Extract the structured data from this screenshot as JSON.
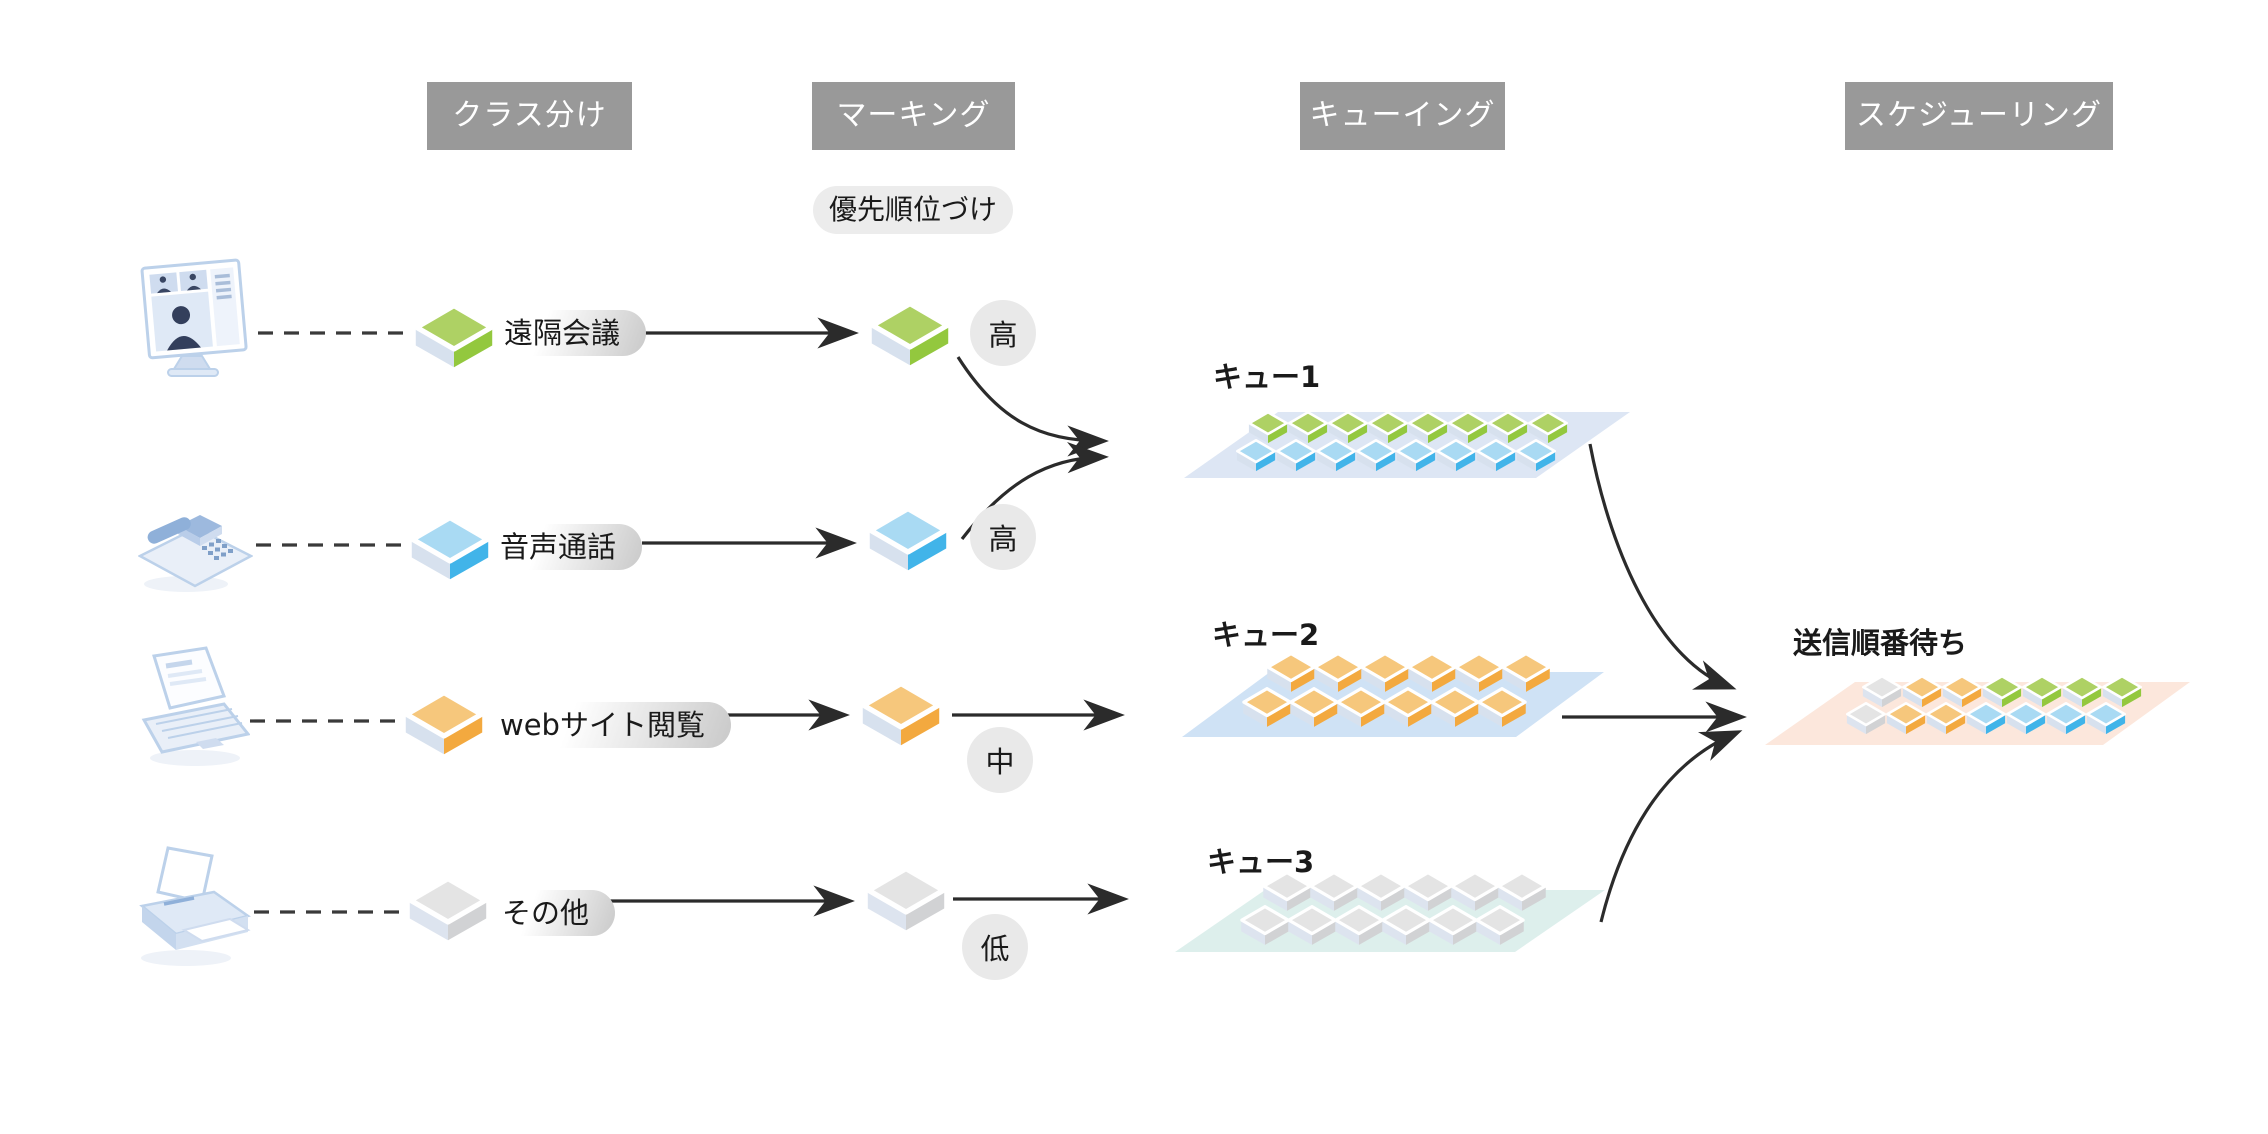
{
  "stages": [
    {
      "label": "クラス分け"
    },
    {
      "label": "マーキング"
    },
    {
      "label": "キューイング"
    },
    {
      "label": "スケジューリング"
    }
  ],
  "marking_note": "優先順位づけ",
  "rows": [
    {
      "device": "video-conference-display",
      "class_label": "遠隔会議",
      "priority": "高",
      "color": "green"
    },
    {
      "device": "fax-phone",
      "class_label": "音声通話",
      "priority": "高",
      "color": "blue"
    },
    {
      "device": "laptop",
      "class_label": "webサイト閲覧",
      "priority": "中",
      "color": "orange"
    },
    {
      "device": "printer",
      "class_label": "その他",
      "priority": "低",
      "color": "gray"
    }
  ],
  "queues": [
    {
      "label": "キュー1",
      "rows": [
        [
          "green",
          "green",
          "green",
          "green",
          "green",
          "green",
          "green",
          "green"
        ],
        [
          "blue",
          "blue",
          "blue",
          "blue",
          "blue",
          "blue",
          "blue",
          "blue"
        ]
      ]
    },
    {
      "label": "キュー2",
      "rows": [
        [
          "orange",
          "orange",
          "orange",
          "orange",
          "orange",
          "orange"
        ],
        [
          "orange",
          "orange",
          "orange",
          "orange",
          "orange",
          "orange"
        ]
      ]
    },
    {
      "label": "キュー3",
      "rows": [
        [
          "gray",
          "gray",
          "gray",
          "gray",
          "gray",
          "gray"
        ],
        [
          "gray",
          "gray",
          "gray",
          "gray",
          "gray",
          "gray"
        ]
      ]
    }
  ],
  "scheduler": {
    "label": "送信順番待ち",
    "rows": [
      [
        "gray",
        "orange",
        "orange",
        "green",
        "green",
        "green",
        "green"
      ],
      [
        "gray",
        "orange",
        "orange",
        "blue",
        "blue",
        "blue",
        "blue"
      ]
    ]
  },
  "colors": {
    "header_bg": "#999999",
    "packet_green": "#93c83e",
    "packet_blue": "#41b4e9",
    "packet_orange": "#f3a93f",
    "packet_gray": "#d1d2d4",
    "queue1_plane": "#dde6f4",
    "queue2_plane": "#cfe2f5",
    "queue3_plane": "#ddefec",
    "scheduler_plane": "#fce7dc"
  }
}
